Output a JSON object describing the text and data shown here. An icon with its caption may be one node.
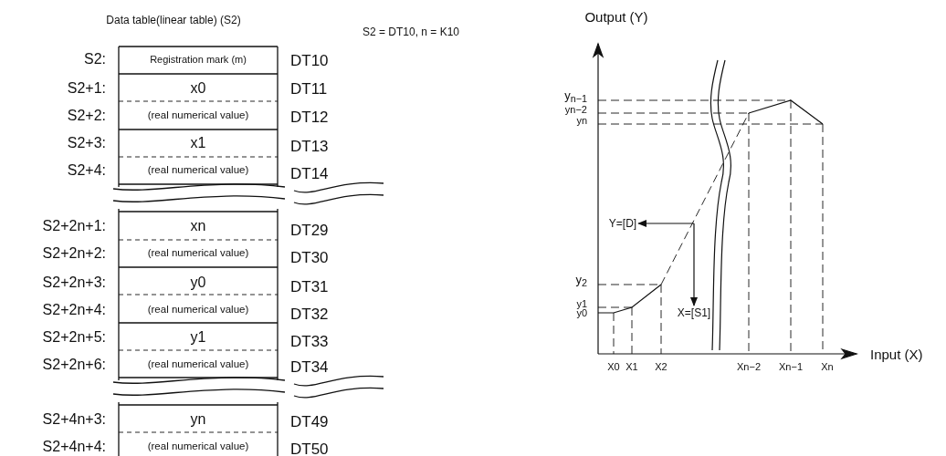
{
  "diagram": {
    "nodes": [
      {
        "text": [
          "Y=[D]"
        ]
      },
      {
        "text": [
          "X=[S1]"
        ]
      }
    ],
    "edges": [
      {
        "from": null,
        "to": 0,
        "arrow": "to"
      },
      {
        "from": null,
        "to": 1,
        "arrow": "to"
      }
    ],
    "labels": [
      "Data table(linear table) (S2)",
      "S2 = DT10, n = K10",
      "Output (Y)",
      "S2:",
      "Registration mark (m)",
      "DT10",
      "S2+1:",
      "x0",
      "DT11",
      "S2+2:",
      "(real numerical value)",
      "DT12",
      "S2+3:",
      "x1",
      "DT13",
      "S2+4:",
      "(real numerical value)",
      "DT14",
      "S2+2n+1:",
      "xn",
      "DT29",
      "S2+2n+2:",
      "(real numerical value)",
      "DT30",
      "S2+2n+3:",
      "y0",
      "DT31",
      "S2+2n+4:",
      "(real numerical value)",
      "DT32",
      "S2+2n+5:",
      "y1",
      "DT33",
      "S2+2n+6:",
      "(real numerical value)",
      "DT34",
      "S2+4n+3:",
      "yn",
      "DT49",
      "S2+4n+4:",
      "(real numerical value)",
      "DT50",
      "y$_{n−1}$",
      "yn−2",
      "yn",
      "y$_{2}$",
      "y1",
      "y0",
      "X0",
      "X1",
      "X2",
      "Xn−2",
      "Xn−1",
      "Xn",
      "Input (X)"
    ]
  }
}
